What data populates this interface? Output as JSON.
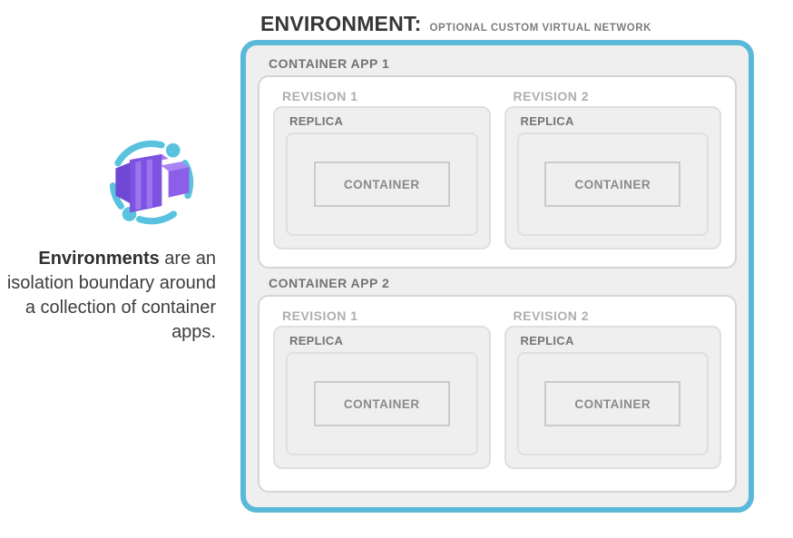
{
  "header": {
    "title": "ENVIRONMENT:",
    "subtitle": "OPTIONAL CUSTOM VIRTUAL NETWORK"
  },
  "caption": {
    "bold": "Environments",
    "rest": " are an isolation boundary around a collection of container apps."
  },
  "icons": {
    "app_icon": "azure-container-apps-icon"
  },
  "colors": {
    "environment_border": "#5ab9d9",
    "environment_fill": "#efefef",
    "app_box_fill": "#ffffff",
    "app_box_border": "#d5d5d5",
    "nested_box_border": "#dfdfdf",
    "container_border": "#cbcbcb",
    "title_text": "#363636",
    "subtitle_text": "#7c7c7c",
    "app_label_text": "#737373",
    "revision_label_text": "#aeaeae",
    "icon_purple": "#7e52e1",
    "icon_blue": "#59c2df"
  },
  "environment": {
    "apps": [
      {
        "label": "CONTAINER APP 1",
        "revisions": [
          {
            "label": "REVISION 1",
            "replica_label": "REPLICA",
            "container_label": "CONTAINER"
          },
          {
            "label": "REVISION 2",
            "replica_label": "REPLICA",
            "container_label": "CONTAINER"
          }
        ]
      },
      {
        "label": "CONTAINER APP 2",
        "revisions": [
          {
            "label": "REVISION 1",
            "replica_label": "REPLICA",
            "container_label": "CONTAINER"
          },
          {
            "label": "REVISION 2",
            "replica_label": "REPLICA",
            "container_label": "CONTAINER"
          }
        ]
      }
    ]
  }
}
